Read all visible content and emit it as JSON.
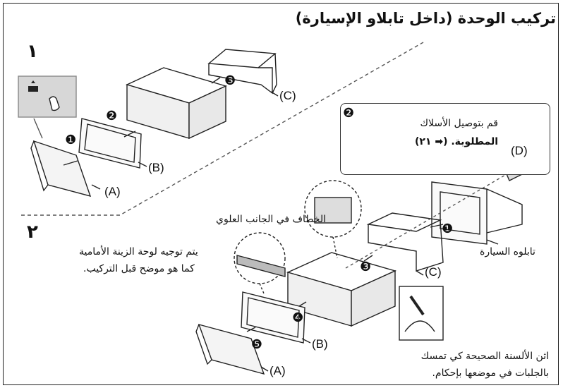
{
  "title": "تركيب الوحدة (داخل تابلاو الإسيارة)",
  "steps": {
    "one": "١",
    "two": "٢"
  },
  "labels": {
    "a": "(A)",
    "b": "(B)",
    "c": "(C)",
    "d": "(D)"
  },
  "callout": {
    "badge": "❷",
    "line1": "قم بتوصيل الأسلاك",
    "line2": "المطلوبة. (➡ ٢١)"
  },
  "notes": {
    "hook": "الخطاف في الجانب العلوي",
    "orient_1": "يتم توجيه لوحة الزينة الأمامية",
    "orient_2": "كما هو موضح قبل التركيب.",
    "dashboard": "تابلوه السيارة",
    "bend_1": "اثن الألسنة الصحيحة كي تمسك",
    "bend_2": "بالجلبات في موضعها بإحكام."
  },
  "badges": {
    "n1": "❶",
    "n2": "❷",
    "n3": "❸",
    "n4": "❹",
    "n5": "❺"
  }
}
